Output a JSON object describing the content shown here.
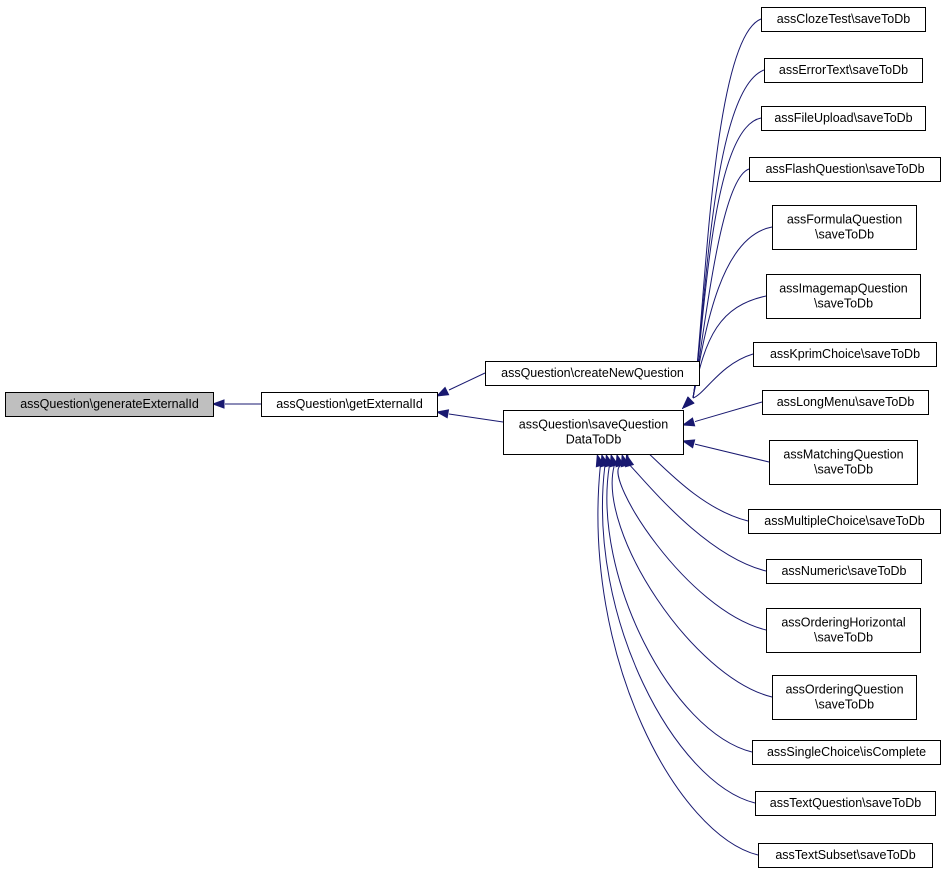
{
  "diagram": {
    "edge_color": "#191970",
    "highlight_color": "#bfbfbf",
    "nodes": [
      {
        "id": "generateExternalId",
        "lines": [
          "assQuestion\\generateExternalId"
        ],
        "highlighted": true
      },
      {
        "id": "getExternalId",
        "lines": [
          "assQuestion\\getExternalId"
        ]
      },
      {
        "id": "createNewQuestion",
        "lines": [
          "assQuestion\\createNewQuestion"
        ]
      },
      {
        "id": "saveQuestionDataToDb",
        "lines": [
          "assQuestion\\saveQuestion",
          "DataToDb"
        ]
      },
      {
        "id": "cloze",
        "lines": [
          "assClozeTest\\saveToDb"
        ]
      },
      {
        "id": "errortext",
        "lines": [
          "assErrorText\\saveToDb"
        ]
      },
      {
        "id": "fileupload",
        "lines": [
          "assFileUpload\\saveToDb"
        ]
      },
      {
        "id": "flash",
        "lines": [
          "assFlashQuestion\\saveToDb"
        ]
      },
      {
        "id": "formula",
        "lines": [
          "assFormulaQuestion",
          "\\saveToDb"
        ]
      },
      {
        "id": "imagemap",
        "lines": [
          "assImagemapQuestion",
          "\\saveToDb"
        ]
      },
      {
        "id": "kprim",
        "lines": [
          "assKprimChoice\\saveToDb"
        ]
      },
      {
        "id": "longmenu",
        "lines": [
          "assLongMenu\\saveToDb"
        ]
      },
      {
        "id": "matching",
        "lines": [
          "assMatchingQuestion",
          "\\saveToDb"
        ]
      },
      {
        "id": "multiple",
        "lines": [
          "assMultipleChoice\\saveToDb"
        ]
      },
      {
        "id": "numeric",
        "lines": [
          "assNumeric\\saveToDb"
        ]
      },
      {
        "id": "orderinghorizontal",
        "lines": [
          "assOrderingHorizontal",
          "\\saveToDb"
        ]
      },
      {
        "id": "orderingquestion",
        "lines": [
          "assOrderingQuestion",
          "\\saveToDb"
        ]
      },
      {
        "id": "singlechoice",
        "lines": [
          "assSingleChoice\\isComplete"
        ]
      },
      {
        "id": "textquestion",
        "lines": [
          "assTextQuestion\\saveToDb"
        ]
      },
      {
        "id": "textsubset",
        "lines": [
          "assTextSubset\\saveToDb"
        ]
      }
    ],
    "edges": [
      {
        "from": "getExternalId",
        "to": "generateExternalId"
      },
      {
        "from": "createNewQuestion",
        "to": "getExternalId"
      },
      {
        "from": "saveQuestionDataToDb",
        "to": "getExternalId"
      },
      {
        "from": "cloze",
        "to": "saveQuestionDataToDb"
      },
      {
        "from": "errortext",
        "to": "saveQuestionDataToDb"
      },
      {
        "from": "fileupload",
        "to": "saveQuestionDataToDb"
      },
      {
        "from": "flash",
        "to": "saveQuestionDataToDb"
      },
      {
        "from": "formula",
        "to": "saveQuestionDataToDb"
      },
      {
        "from": "imagemap",
        "to": "saveQuestionDataToDb"
      },
      {
        "from": "kprim",
        "to": "saveQuestionDataToDb"
      },
      {
        "from": "longmenu",
        "to": "saveQuestionDataToDb"
      },
      {
        "from": "matching",
        "to": "saveQuestionDataToDb"
      },
      {
        "from": "multiple",
        "to": "saveQuestionDataToDb"
      },
      {
        "from": "numeric",
        "to": "saveQuestionDataToDb"
      },
      {
        "from": "orderinghorizontal",
        "to": "saveQuestionDataToDb"
      },
      {
        "from": "orderingquestion",
        "to": "saveQuestionDataToDb"
      },
      {
        "from": "singlechoice",
        "to": "saveQuestionDataToDb"
      },
      {
        "from": "textquestion",
        "to": "saveQuestionDataToDb"
      },
      {
        "from": "textsubset",
        "to": "saveQuestionDataToDb"
      }
    ]
  }
}
